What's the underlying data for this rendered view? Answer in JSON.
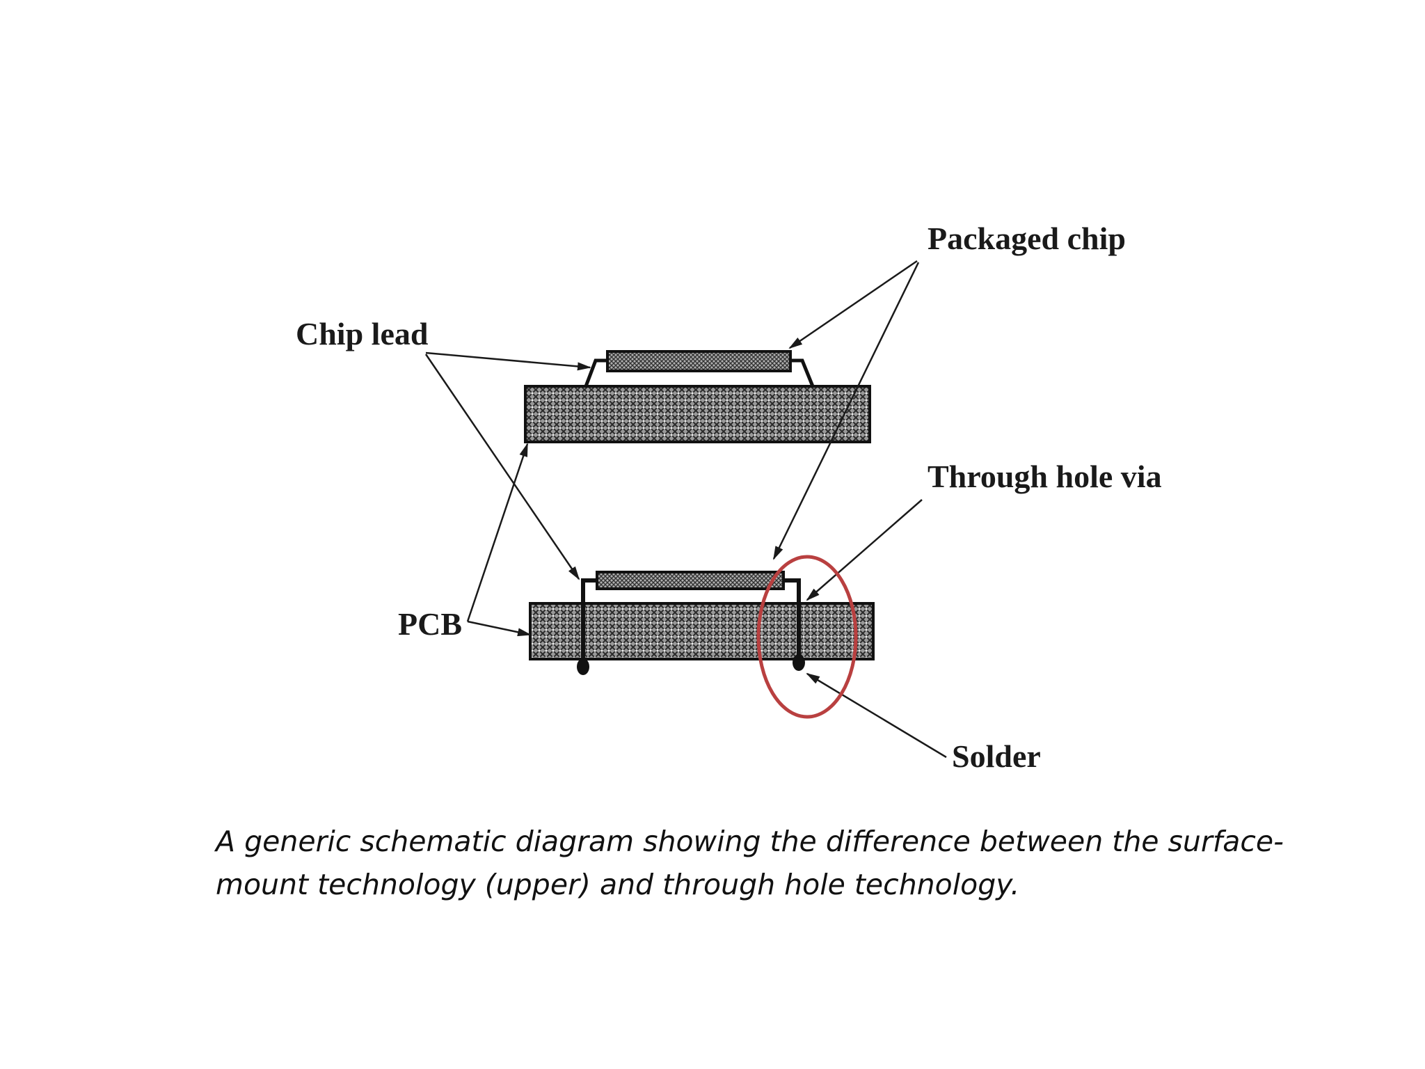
{
  "labels": {
    "packaged_chip": "Packaged chip",
    "chip_lead": "Chip lead",
    "through_hole_via": "Through hole via",
    "pcb": "PCB",
    "solder": "Solder"
  },
  "caption": "A generic schematic diagram showing the difference between the surface-mount technology (upper) and through hole technology.",
  "colors": {
    "highlight_ellipse": "#b94040",
    "ink": "#1a1a1a"
  }
}
